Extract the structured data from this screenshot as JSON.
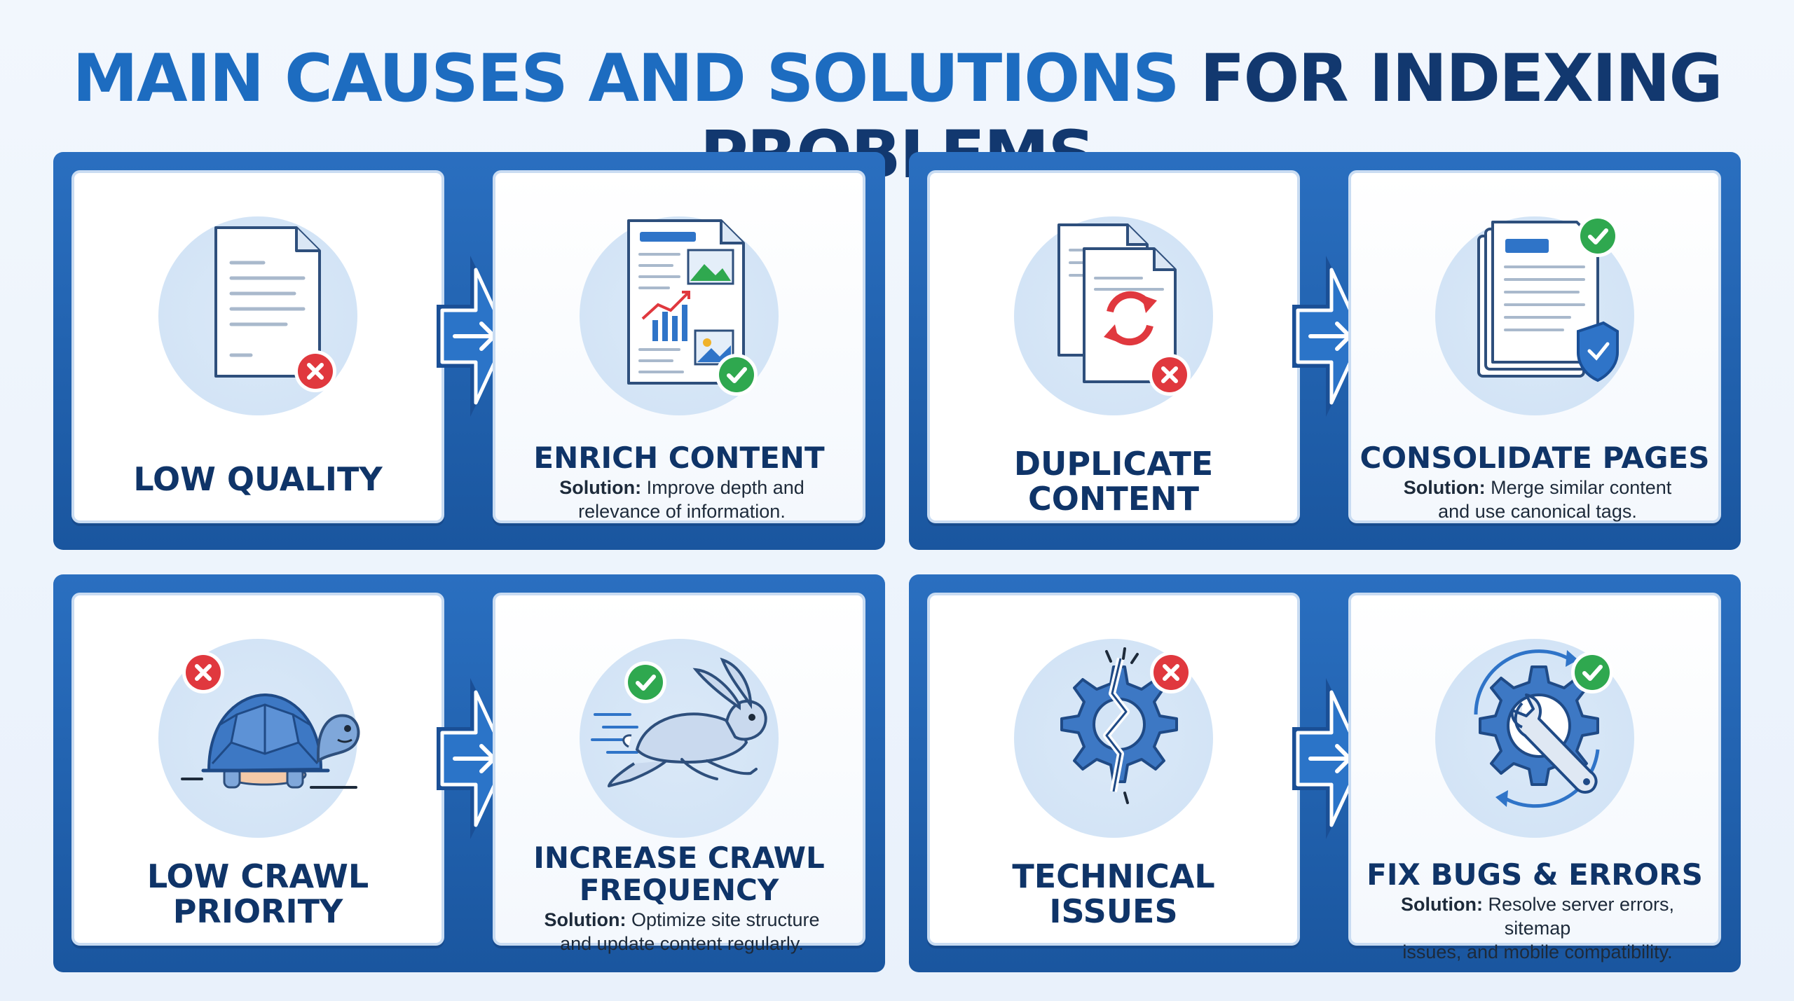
{
  "title": {
    "part1": "MAIN CAUSES AND SOLUTIONS",
    "part2": "FOR INDEXING PROBLEMS"
  },
  "colors": {
    "light_blue": "#1d6cc0",
    "dark_navy": "#12386f",
    "panel_blue": "#2a6fc0",
    "error_red": "#e0383e",
    "success_green": "#2fa84f"
  },
  "rows": [
    {
      "problem": {
        "label": "LOW QUALITY",
        "icon": "document-icon",
        "status": "error"
      },
      "solution": {
        "title": "ENRICH CONTENT",
        "prefix": "Solution:",
        "text_line1": " Improve depth and",
        "text_line2": "relevance of information.",
        "icon": "rich-document-icon",
        "status": "success"
      }
    },
    {
      "problem": {
        "label_line1": "DUPLICATE",
        "label_line2": "CONTENT",
        "icon": "duplicate-documents-icon",
        "status": "error"
      },
      "solution": {
        "title": "CONSOLIDATE PAGES",
        "prefix": "Solution:",
        "text_line1": " Merge similar content",
        "text_line2": "and use canonical tags.",
        "icon": "stacked-pages-shield-icon",
        "status": "success"
      }
    },
    {
      "problem": {
        "label_line1": "LOW CRAWL",
        "label_line2": "PRIORITY",
        "icon": "turtle-icon",
        "status": "error"
      },
      "solution": {
        "title_line1": "INCREASE CRAWL",
        "title_line2": "FREQUENCY",
        "prefix": "Solution:",
        "text_line1": " Optimize site structure",
        "text_line2": "and update content regularly.",
        "icon": "rabbit-icon",
        "status": "success"
      }
    },
    {
      "problem": {
        "label_line1": "TECHNICAL",
        "label_line2": "ISSUES",
        "icon": "broken-gear-icon",
        "status": "error"
      },
      "solution": {
        "title": "FIX BUGS & ERRORS",
        "prefix": "Solution:",
        "text_line1": " Resolve server errors, sitemap",
        "text_line2": "issues, and mobile compatibility.",
        "icon": "gear-wrench-icon",
        "status": "success"
      }
    }
  ]
}
